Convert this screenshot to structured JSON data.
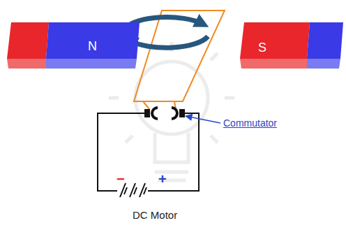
{
  "diagram": {
    "caption": "DC Motor",
    "nodes": [
      {
        "text": [
          "N"
        ]
      },
      {
        "text": [
          "S"
        ]
      }
    ],
    "labels": [
      "Commutator",
      "−",
      "+"
    ]
  }
}
